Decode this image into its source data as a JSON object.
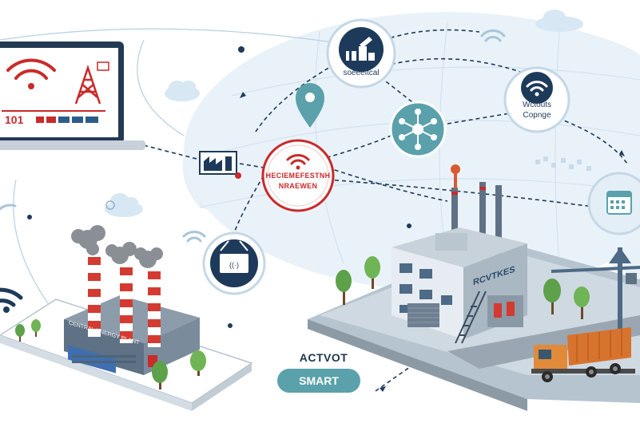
{
  "laptop": {
    "screen_number": "101",
    "icons": [
      "wifi-icon",
      "transmission-tower-icon"
    ]
  },
  "nodes": {
    "top_center": {
      "label": "soeeeltcal",
      "icon": "factory-machine-icon"
    },
    "top_right": {
      "label_line1": "Wctouts",
      "label_line2": "Copnge",
      "icon": "wifi-icon"
    },
    "center_red": {
      "label_line1": "HECIEMEFESTNH",
      "label_line2": "NRAEWEN",
      "icon": "wifi-icon"
    },
    "center_network": {
      "icon": "network-hub-icon"
    },
    "left_small": {
      "icon": "factory-monitor-icon"
    },
    "bottom_left": {
      "icon": "monitor-icon"
    },
    "right_calendar": {
      "icon": "calendar-icon"
    },
    "location": {
      "icon": "location-pin-icon"
    }
  },
  "building": {
    "sign": "RCVTKES"
  },
  "factory": {
    "sign": "CENTRAL ENERGY PLANT"
  },
  "footer": {
    "text": "ACTVOT",
    "button": "SMART"
  },
  "colors": {
    "navy": "#1e3a5a",
    "red": "#c92a2a",
    "teal": "#5aa1ab",
    "sky": "#e6f0f7",
    "stack_red": "#d33b32"
  }
}
